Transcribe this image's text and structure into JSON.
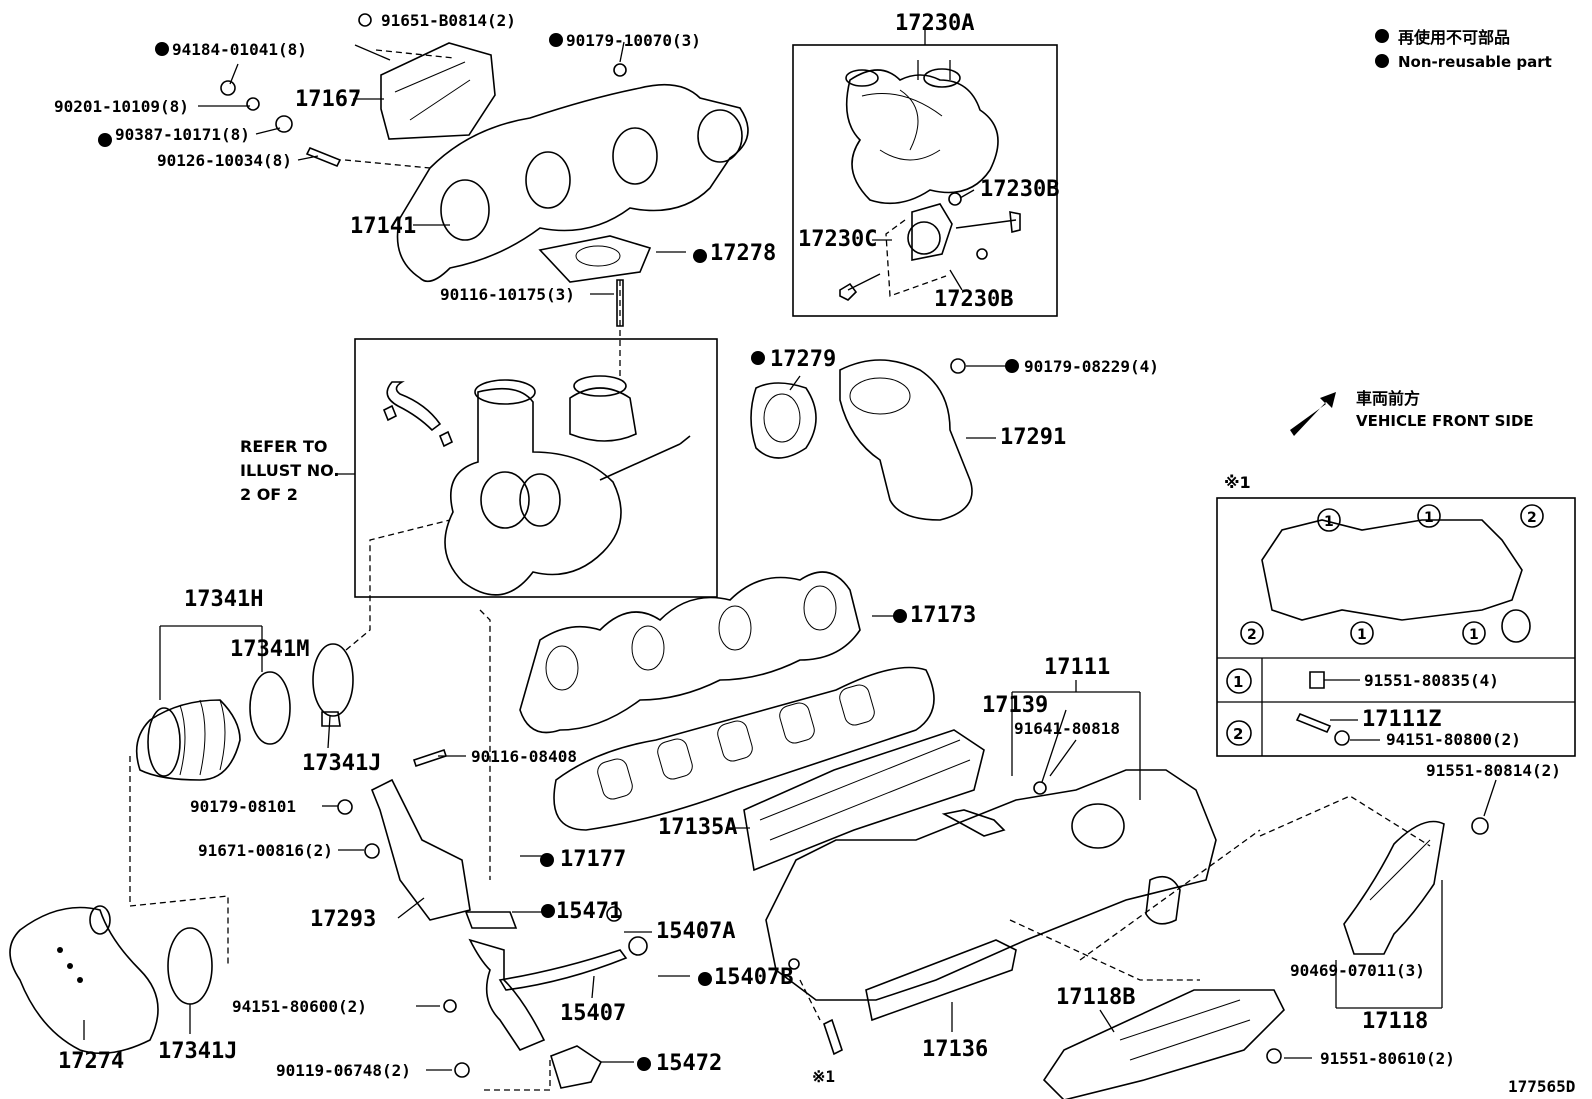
{
  "diagram_id": "177565D",
  "legend": {
    "jp": "再使用不可部品",
    "en": "Non-reusable part"
  },
  "vehicle_front": {
    "jp": "車両前方",
    "en": "VEHICLE FRONT SIDE"
  },
  "refer_note": [
    "REFER TO",
    "ILLUST NO.",
    "2 OF 2"
  ],
  "star_mark": "※1",
  "inset_table": {
    "rows": [
      {
        "num": "1",
        "items": [
          "91551-80835(4)"
        ]
      },
      {
        "num": "2",
        "items": [
          "17111Z",
          "94151-80800(2)"
        ]
      }
    ]
  },
  "labels": {
    "p94184": "94184-01041(8)",
    "p91651b": "91651-B0814(2)",
    "p90179_10070": "90179-10070(3)",
    "p90201": "90201-10109(8)",
    "p17167": "17167",
    "p90387": "90387-10171(8)",
    "p90126": "90126-10034(8)",
    "p17141": "17141",
    "p17278": "17278",
    "p90116_10175": "90116-10175(3)",
    "p17230A": "17230A",
    "p17230B1": "17230B",
    "p17230C": "17230C",
    "p17230B2": "17230B",
    "p17279": "17279",
    "p90179_08229": "90179-08229(4)",
    "p17291": "17291",
    "p17341H": "17341H",
    "p17341M": "17341M",
    "p17341J1": "17341J",
    "p17173": "17173",
    "p90116_08408": "90116-08408",
    "p90179_08101": "90179-08101",
    "p91671": "91671-00816(2)",
    "p17293": "17293",
    "p17177": "17177",
    "p17135A": "17135A",
    "p17111": "17111",
    "p17139": "17139",
    "p91641": "91641-80818",
    "p15471": "15471",
    "p15407A": "15407A",
    "p15407B": "15407B",
    "p94151_80600": "94151-80600(2)",
    "p15407": "15407",
    "p90119": "90119-06748(2)",
    "p15472": "15472",
    "p17274": "17274",
    "p17341J2": "17341J",
    "p17136": "17136",
    "p17118B": "17118B",
    "p91551_80814": "91551-80814(2)",
    "p90469": "90469-07011(3)",
    "p17118": "17118",
    "p91551_80610": "91551-80610(2)",
    "star_bottom": "※1"
  }
}
